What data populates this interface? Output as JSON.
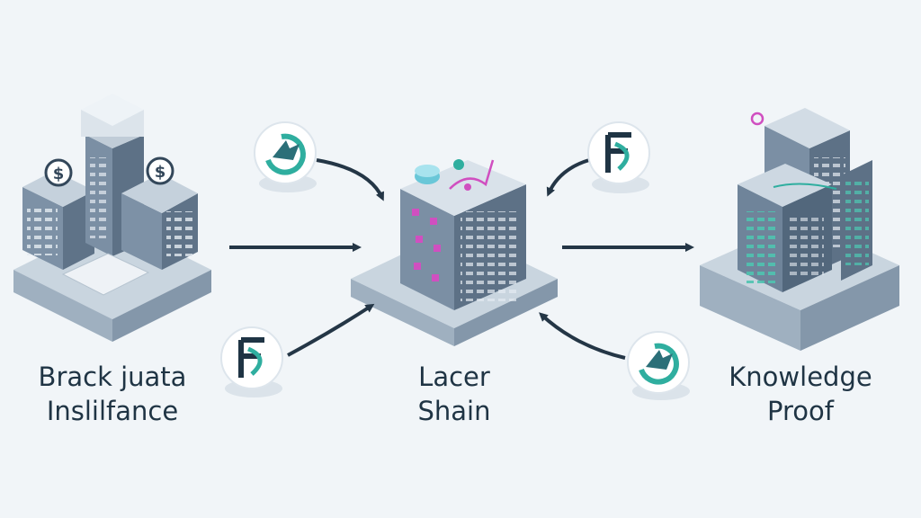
{
  "nodes": [
    {
      "id": "left",
      "name": "left-node",
      "lines": [
        "Brack juata",
        "Inslilfance"
      ]
    },
    {
      "id": "center",
      "name": "center-node",
      "lines": [
        "Lacer",
        "Shain"
      ]
    },
    {
      "id": "right",
      "name": "right-node",
      "lines": [
        "Knowledge",
        "Proof"
      ]
    }
  ],
  "badges": [
    {
      "id": "badge-top-left",
      "icon": "refresh-bird-icon"
    },
    {
      "id": "badge-top-right",
      "icon": "currency-f-icon"
    },
    {
      "id": "badge-bottom-left",
      "icon": "currency-f-icon"
    },
    {
      "id": "badge-bottom-right",
      "icon": "refresh-bird-icon"
    }
  ],
  "colors": {
    "background": "#f1f5f8",
    "building": "#7b8fa4",
    "building_dark": "#5d7186",
    "accent_teal": "#2fae9f",
    "accent_magenta": "#d04fc0",
    "arrow": "#243646"
  }
}
